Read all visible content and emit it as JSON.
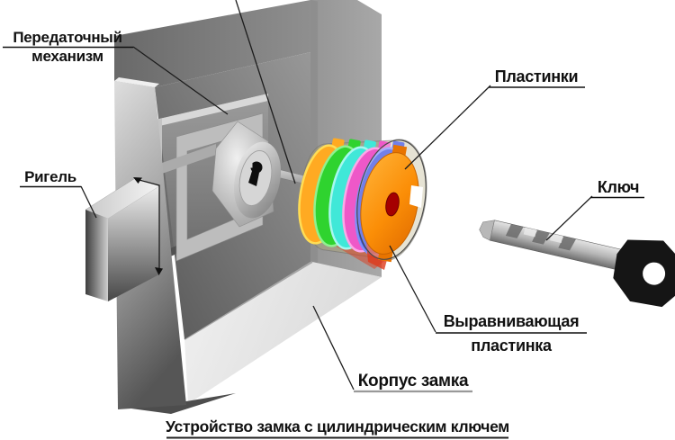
{
  "diagram": {
    "caption": "Устройство замка с цилиндрическим ключем",
    "labels": {
      "transfer_mechanism_line1": "Передаточный",
      "transfer_mechanism_line2": "механизм",
      "plates": "Пластинки",
      "bolt": "Ригель",
      "key": "Ключ",
      "aligning_plate_line1": "Выравнивающая",
      "aligning_plate_line2": "пластинка",
      "lock_body": "Корпус замка"
    },
    "plates": {
      "fills": [
        "#FFAA22",
        "#2FD32F",
        "#40E8D8",
        "#EE58C8",
        "#3C50E0"
      ],
      "edges": [
        "#FFDD55",
        "#90F090",
        "#A8F8F0",
        "#FCA8E8",
        "#8090F8"
      ]
    },
    "colors": {
      "front_disc": "#FF9010",
      "front_disc_dark": "#E87400",
      "keyhole_oval": "#A50000",
      "aligning_plate": "#DE3A1A",
      "key_head": "#151515"
    }
  }
}
